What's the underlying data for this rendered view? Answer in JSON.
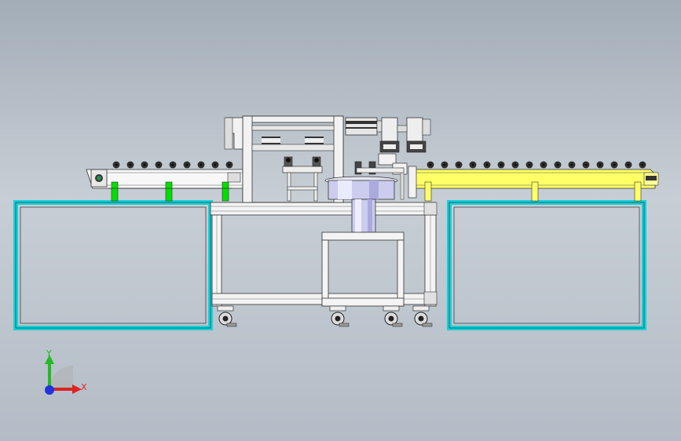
{
  "viewport": {
    "background_top": "#a3adb8",
    "background_bottom": "#b3bcc6",
    "background_mid": "#c7ced5"
  },
  "model": {
    "left_conveyor": {
      "color": "#ffffff",
      "rollers": 9,
      "guide_color": "#00e000"
    },
    "right_conveyor": {
      "color": "#ffff66",
      "rollers": 16,
      "guide_color": "#ffff66"
    },
    "outline_frames_color": "#14d2dc",
    "machine_frame_color": "#f2f2f2",
    "turntable_color": "#ccccee",
    "caster_count": 4
  },
  "triad": {
    "y_label": "Y",
    "x_label": "X",
    "y_color": "#22bb22",
    "x_color": "#dd2222",
    "z_color": "#2233dd"
  }
}
